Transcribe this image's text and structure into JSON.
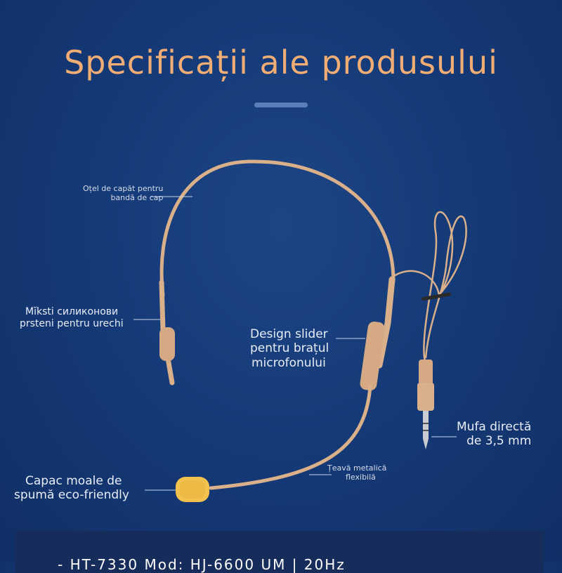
{
  "title": "Specificații ale produsului",
  "labels": {
    "steel_line1": "Oțel de capăt pentru",
    "steel_line2": "bandă de cap",
    "rings_line1": "Mĭksti силиконови",
    "rings_line2": "prsteni pentru urechi",
    "slider_line1": "Design slider",
    "slider_line2": "pentru brațul",
    "slider_line3": "microfonului",
    "jack_line1": "Mufa directă",
    "jack_line2": "de 3,5 mm",
    "tube_line1": "Țeavă metalică",
    "tube_line2": "flexibilă",
    "foam_line1": "Capac moale de",
    "foam_line2": "spumă eco-friendly"
  },
  "bottom": {
    "text": "-             HT-7330              Mod:    HJ-6600 UM | 20Hz"
  },
  "colors": {
    "background": "#153a78",
    "title": "#f2ad74",
    "headset": "#d9b08a",
    "foam": "#f2c14e",
    "plug_metal": "#c9ccd2"
  },
  "icons": [
    "headset-diagram"
  ]
}
